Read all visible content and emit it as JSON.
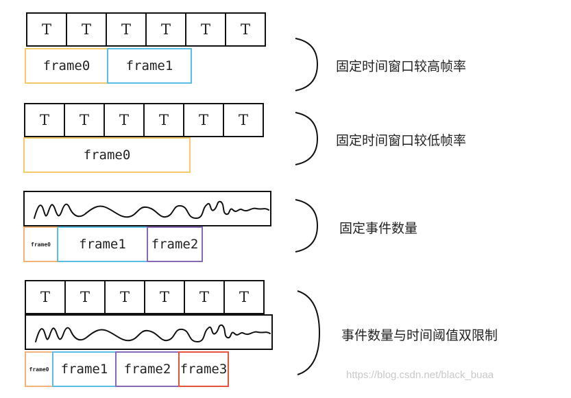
{
  "panels": [
    {
      "tick_labels": [
        "T",
        "T",
        "T",
        "T",
        "T",
        "T"
      ],
      "frames": [
        {
          "label": "frame0",
          "color": "#f5c86a"
        },
        {
          "label": "frame1",
          "color": "#5bbde4"
        }
      ],
      "caption": "固定时间窗口较高帧率"
    },
    {
      "tick_labels": [
        "T",
        "T",
        "T",
        "T",
        "T",
        "T"
      ],
      "frames": [
        {
          "label": "frame0",
          "color": "#f5c86a"
        }
      ],
      "caption": "固定时间窗口较低帧率"
    },
    {
      "frames": [
        {
          "label": "frame0",
          "color": "#f3b27a"
        },
        {
          "label": "frame1",
          "color": "#5bbde4"
        },
        {
          "label": "frame2",
          "color": "#8468b8"
        }
      ],
      "caption": "固定事件数量"
    },
    {
      "tick_labels": [
        "T",
        "T",
        "T",
        "T",
        "T",
        "T"
      ],
      "frames": [
        {
          "label": "frame0",
          "color": "#f3b27a"
        },
        {
          "label": "frame1",
          "color": "#5bbde4"
        },
        {
          "label": "frame2",
          "color": "#8468b8"
        },
        {
          "label": "frame3",
          "color": "#e5533d"
        }
      ],
      "caption": "事件数量与时间阈值双限制"
    }
  ],
  "watermark": "https://blog.csdn.net/black_buaa"
}
